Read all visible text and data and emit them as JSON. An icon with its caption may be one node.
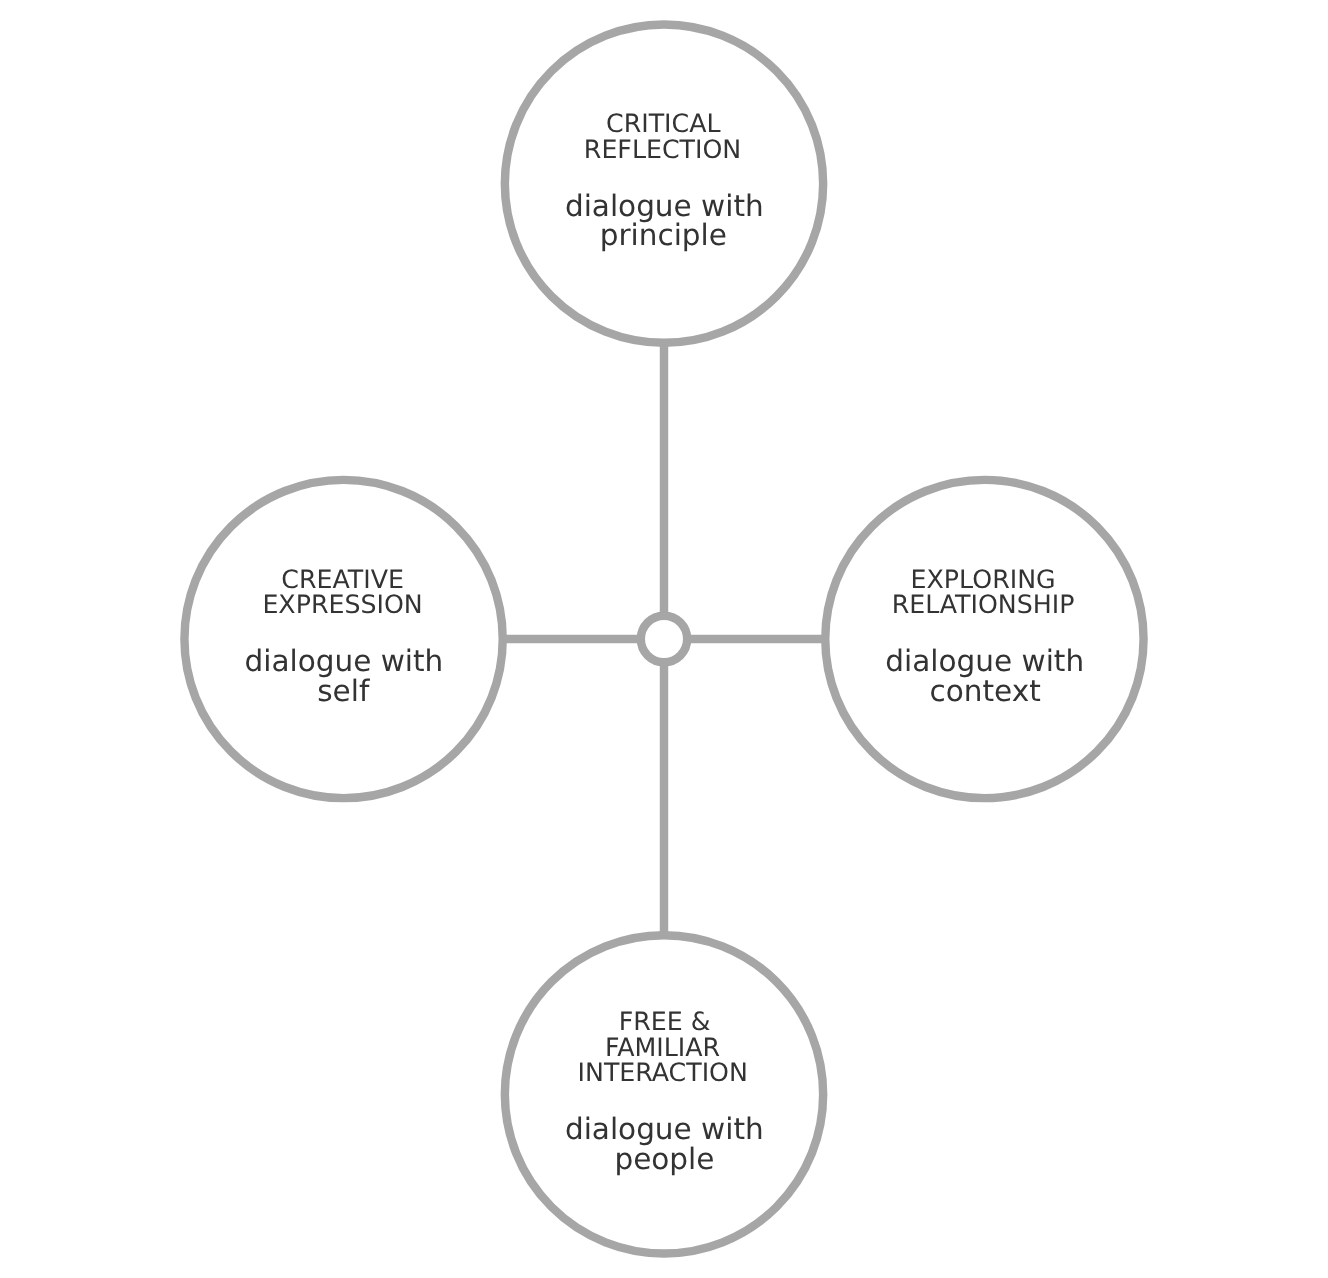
{
  "diagram": {
    "nodes": [
      {
        "text": [
          "CRITICAL REFLECTION",
          "dialogue with principle"
        ]
      },
      {
        "text": [
          "CREATIVE EXPRESSION",
          "dialogue with self"
        ]
      },
      {
        "text": [],
        "shape": "circle"
      },
      {
        "text": [
          "EXPLORING RELATIONSHIP",
          "dialogue with context"
        ]
      },
      {
        "text": [
          "FREE & FAMILIAR INTERACTION",
          "dialogue with people"
        ]
      }
    ],
    "edges": [
      {
        "from": 0,
        "to": 2,
        "arrow": "none"
      },
      {
        "from": 1,
        "to": 2,
        "arrow": "none"
      },
      {
        "from": 2,
        "to": 3,
        "arrow": "none"
      },
      {
        "from": 2,
        "to": 4,
        "arrow": "none"
      }
    ]
  }
}
